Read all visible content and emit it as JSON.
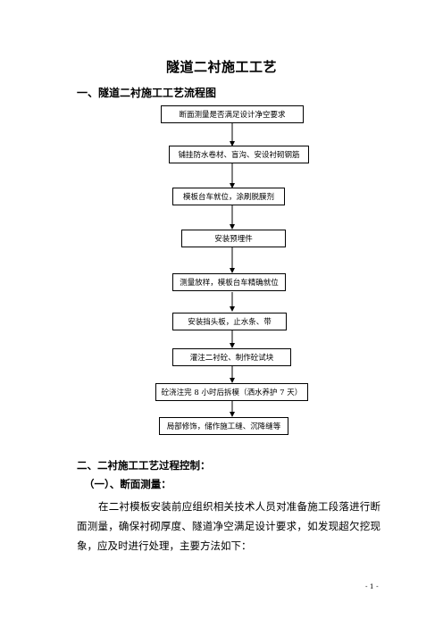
{
  "document": {
    "title": "隧道二衬施工工艺",
    "section1_heading": "一、隧道二衬施工工艺流程图",
    "flow_steps": [
      "断面测量是否满足设计净空要求",
      "铺挂防水卷材、盲沟、安设衬砌钢筋",
      "模板台车就位，涂刷脱膜剂",
      "安装预埋件",
      "测量放样，模板台车精确就位",
      "安装挡头板，止水条、带",
      "灌注二衬砼、制作砼试块",
      "砼浇注完 8 小时后拆模（洒水养护 7 天）",
      "局部修饰，储作施工缝、沉降缝等"
    ],
    "section2_heading": "二、二衬施工工艺过程控制：",
    "subsection1_heading": "（一）、断面测量：",
    "paragraph": "在二衬模板安装前应组织相关技术人员对准备施工段落进行断面测量，确保衬砌厚度、隧道净空满足设计要求，如发现超欠挖现象，应及时进行处理，主要方法如下：",
    "page_number": "- 1 -"
  }
}
